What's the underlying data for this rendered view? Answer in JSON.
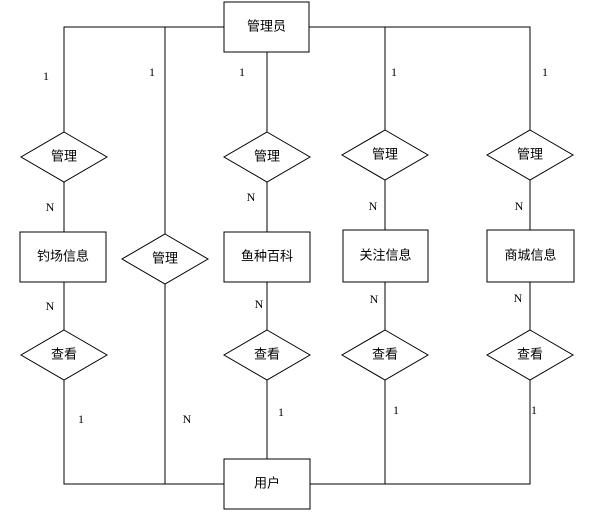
{
  "entities": {
    "admin": "管理员",
    "user": "用户",
    "fishing_spot": "钓场信息",
    "fish_wiki": "鱼种百科",
    "follow_info": "关注信息",
    "mall_info": "商城信息"
  },
  "relationships": {
    "manage_fishing": "管理",
    "manage_user": "管理",
    "manage_wiki": "管理",
    "manage_follow": "管理",
    "manage_mall": "管理",
    "view_fishing": "查看",
    "view_wiki": "查看",
    "view_follow": "查看",
    "view_mall": "查看"
  },
  "cardinalities": {
    "admin_fishing": "1",
    "fishing_admin": "N",
    "admin_user": "1",
    "user_admin": "N",
    "admin_wiki": "1",
    "wiki_admin": "N",
    "admin_follow": "1",
    "follow_admin": "N",
    "admin_mall": "1",
    "mall_admin": "N",
    "fishing_user": "N",
    "user_fishing": "1",
    "wiki_user": "N",
    "user_wiki": "1",
    "follow_user": "N",
    "user_follow": "1",
    "mall_user": "N",
    "user_mall": "1"
  }
}
